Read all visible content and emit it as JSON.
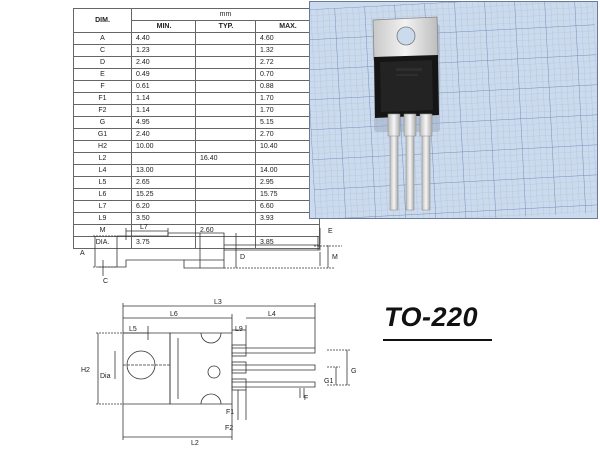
{
  "table": {
    "header_dim": "DIM.",
    "header_unit": "mm",
    "header_min": "MIN.",
    "header_typ": "TYP.",
    "header_max": "MAX.",
    "rows": [
      {
        "dim": "A",
        "min": "4.40",
        "typ": "",
        "max": "4.60"
      },
      {
        "dim": "C",
        "min": "1.23",
        "typ": "",
        "max": "1.32"
      },
      {
        "dim": "D",
        "min": "2.40",
        "typ": "",
        "max": "2.72"
      },
      {
        "dim": "E",
        "min": "0.49",
        "typ": "",
        "max": "0.70"
      },
      {
        "dim": "F",
        "min": "0.61",
        "typ": "",
        "max": "0.88"
      },
      {
        "dim": "F1",
        "min": "1.14",
        "typ": "",
        "max": "1.70"
      },
      {
        "dim": "F2",
        "min": "1.14",
        "typ": "",
        "max": "1.70"
      },
      {
        "dim": "G",
        "min": "4.95",
        "typ": "",
        "max": "5.15"
      },
      {
        "dim": "G1",
        "min": "2.40",
        "typ": "",
        "max": "2.70"
      },
      {
        "dim": "H2",
        "min": "10.00",
        "typ": "",
        "max": "10.40"
      },
      {
        "dim": "L2",
        "min": "",
        "typ": "16.40",
        "max": ""
      },
      {
        "dim": "L4",
        "min": "13.00",
        "typ": "",
        "max": "14.00"
      },
      {
        "dim": "L5",
        "min": "2.65",
        "typ": "",
        "max": "2.95"
      },
      {
        "dim": "L6",
        "min": "15.25",
        "typ": "",
        "max": "15.75"
      },
      {
        "dim": "L7",
        "min": "6.20",
        "typ": "",
        "max": "6.60"
      },
      {
        "dim": "L9",
        "min": "3.50",
        "typ": "",
        "max": "3.93"
      },
      {
        "dim": "M",
        "min": "",
        "typ": "2.60",
        "max": ""
      },
      {
        "dim": "DIA.",
        "min": "3.75",
        "typ": "",
        "max": "3.85"
      }
    ]
  },
  "package_title": "TO-220",
  "side_view_labels": {
    "l7": "L7",
    "a": "A",
    "c": "C",
    "d": "D",
    "e": "E",
    "m": "M"
  },
  "front_view_labels": {
    "l3": "L3",
    "l6": "L6",
    "l5": "L5",
    "l9": "L9",
    "l4": "L4",
    "h2": "H2",
    "dia": "Dia",
    "g": "G",
    "g1": "G1",
    "f": "F",
    "f1": "F1",
    "f2": "F2",
    "l2": "L2"
  },
  "colors": {
    "grid_bg": "#c9d8ea",
    "grid_minor": "#9fb6d4",
    "grid_major": "#6f8db8",
    "metal": "#e2e2e2",
    "body": "#141414"
  }
}
